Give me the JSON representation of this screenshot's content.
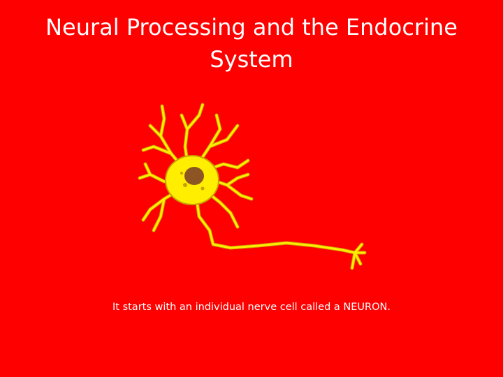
{
  "slide": {
    "title": "Neural Processing and the Endocrine System",
    "caption": "It starts with an individual nerve cell called a NEURON.",
    "image": {
      "icon": "neuron-illustration",
      "fill_color": "#ffee00",
      "outline_color": "#c8a000",
      "nucleus_color": "#7a3a2a"
    },
    "colors": {
      "background": "#ff0000",
      "text": "#ffffff"
    }
  }
}
